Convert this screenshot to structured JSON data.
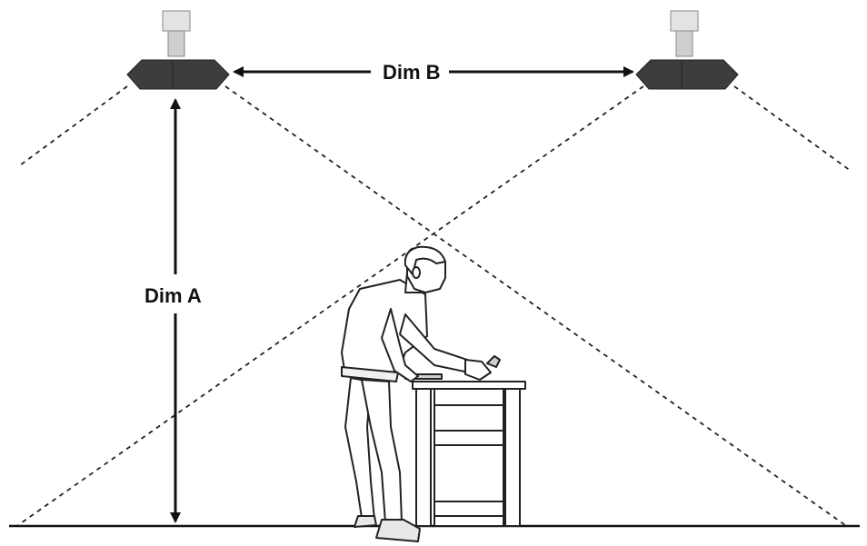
{
  "diagram": {
    "labels": {
      "dim_a": "Dim A",
      "dim_b": "Dim B"
    },
    "elements": {
      "heater_left": "ceiling-heater",
      "heater_right": "ceiling-heater",
      "person": "worker-at-workbench",
      "workbench": "workbench",
      "floor": "floor-line"
    },
    "colors": {
      "ink": "#111111",
      "heater_body": "#3d3d3d",
      "mount": "#d9d9d9",
      "background": "#ffffff"
    }
  }
}
